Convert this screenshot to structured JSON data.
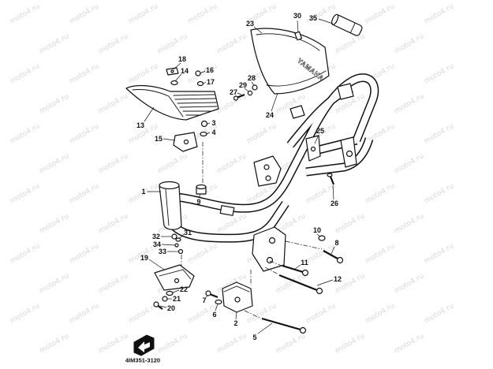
{
  "figure_code": "4IM351-3120",
  "cover_logo": "YAMAHA",
  "watermark": "moto4.ru",
  "part_numbers": [
    "1",
    "2",
    "3",
    "4",
    "5",
    "6",
    "7",
    "8",
    "9",
    "10",
    "11",
    "12",
    "13",
    "14",
    "15",
    "16",
    "17",
    "18",
    "19",
    "20",
    "21",
    "22",
    "23",
    "24",
    "25",
    "26",
    "27",
    "28",
    "29",
    "30",
    "31",
    "32",
    "33",
    "34",
    "35"
  ],
  "colors": {
    "line": "#111111",
    "background": "#ffffff",
    "watermark": "#d8d8d8"
  }
}
